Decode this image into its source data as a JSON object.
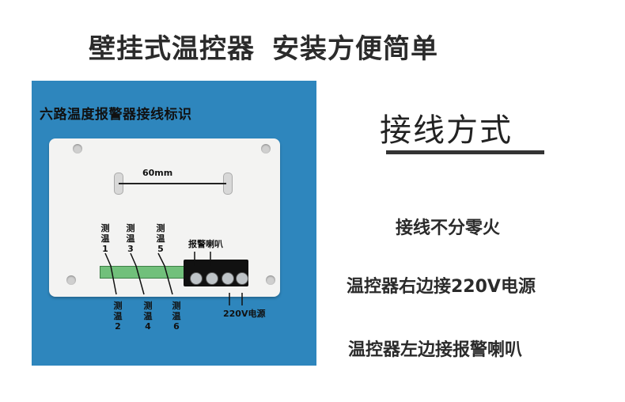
{
  "headline": {
    "part1": "壁挂式温控器",
    "part2": "安装方便简单"
  },
  "photo": {
    "title": "六路温度报警器接线标识",
    "dimension": "60mm",
    "sensor_labels_top": [
      {
        "line1": "测",
        "line2": "温",
        "num": "1"
      },
      {
        "line1": "测",
        "line2": "温",
        "num": "3"
      },
      {
        "line1": "测",
        "line2": "温",
        "num": "5"
      }
    ],
    "sensor_labels_bottom": [
      {
        "line1": "测",
        "line2": "温",
        "num": "2"
      },
      {
        "line1": "测",
        "line2": "温",
        "num": "4"
      },
      {
        "line1": "测",
        "line2": "温",
        "num": "6"
      }
    ],
    "alarm_label": "报警喇叭",
    "power_label": "220V电源",
    "colors": {
      "background": "#2e86bd",
      "board": "#f3f3f2",
      "terminal": "#71c07b"
    }
  },
  "right": {
    "title": "接线方式",
    "features": [
      "接线不分零火",
      "温控器右边接220V电源",
      "温控器左边接报警喇叭"
    ]
  }
}
